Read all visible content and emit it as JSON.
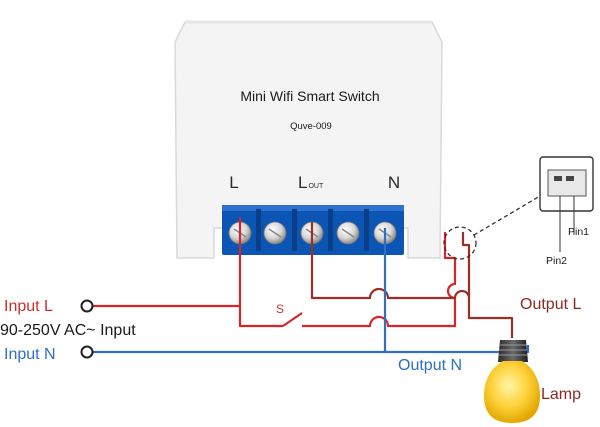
{
  "device": {
    "title": "Mini Wifi Smart Switch",
    "model": "Quve-009",
    "terminal_L": "L",
    "terminal_Lout_main": "L",
    "terminal_Lout_sub": "OUT",
    "terminal_N": "N"
  },
  "connector": {
    "pin1": "Pin1",
    "pin2": "Pin2"
  },
  "labels": {
    "input_l": "Input L",
    "ac_input": "90-250V AC~ Input",
    "input_n": "Input N",
    "output_l": "Output L",
    "output_n": "Output N",
    "lamp": "Lamp",
    "switch_s": "S"
  },
  "colors": {
    "live_wire": "#d7262b",
    "output_wire": "#9c2e24",
    "neutral_wire": "#2f6fc4",
    "terminal_block": "#0b55b5",
    "input_l_text": "#c9302c",
    "input_n_text": "#2f6fc4",
    "output_l_text": "#8b2a22",
    "output_n_text": "#2f6fc4",
    "lamp_text": "#8b2a22"
  }
}
